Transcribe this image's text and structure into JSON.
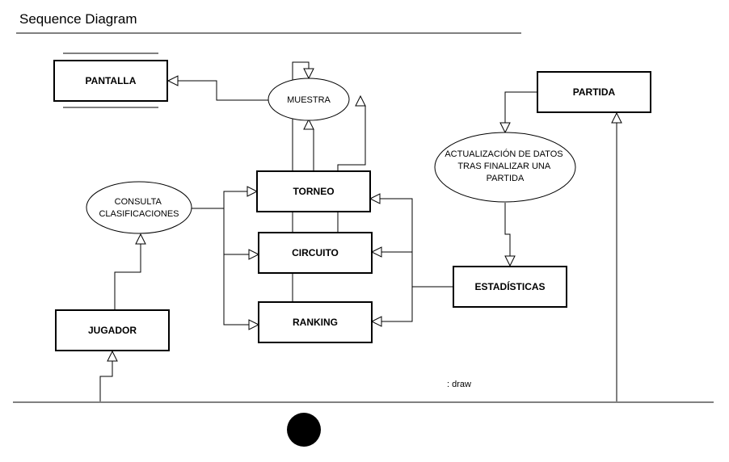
{
  "title": "Sequence Diagram",
  "entities": {
    "pantalla": "PANTALLA",
    "partida": "PARTIDA",
    "torneo": "TORNEO",
    "circuito": "CIRCUITO",
    "ranking": "RANKING",
    "estadisticas": "ESTADÍSTICAS",
    "jugador": "JUGADOR"
  },
  "processes": {
    "muestra": [
      "MUESTRA"
    ],
    "consulta": [
      "CONSULTA",
      "CLASIFICACIONES"
    ],
    "actualizacion": [
      "ACTUALIZACIÓN DE DATOS",
      "TRAS FINALIZAR UNA",
      "PARTIDA"
    ]
  },
  "note": ": draw"
}
